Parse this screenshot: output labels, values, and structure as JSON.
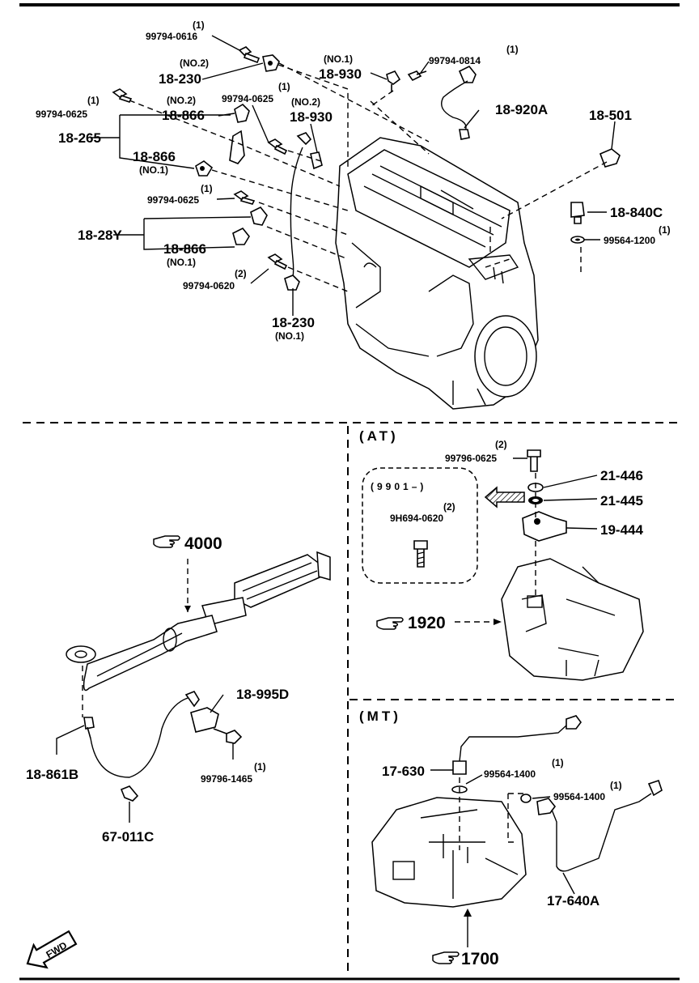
{
  "labels": {
    "p99794_0616": "99794-0616",
    "q99794_0616": "(1)",
    "p18_230_no2": "18-230",
    "n18_230_no2": "(NO.2)",
    "p18_930_no1": "18-930",
    "n18_930_no1": "(NO.1)",
    "p99794_0814": "99794-0814",
    "q99794_0814": "(1)",
    "p99794_0625a": "99794-0625",
    "q99794_0625a": "(1)",
    "p18_866_no2": "18-866",
    "n18_866_no2": "(NO.2)",
    "p99794_0625b": "99794-0625",
    "q99794_0625b": "(1)",
    "p18_930_no2": "18-930",
    "n18_930_no2": "(NO.2)",
    "p18_920a": "18-920A",
    "p18_501": "18-501",
    "p18_265": "18-265",
    "p18_866_no1a": "18-866",
    "n18_866_no1a": "(NO.1)",
    "p99794_0625c": "99794-0625",
    "q99794_0625c": "(1)",
    "p18_840c": "18-840C",
    "p99564_1200": "99564-1200",
    "q99564_1200": "(1)",
    "p18_28y": "18-28Y",
    "p18_866_no1b": "18-866",
    "n18_866_no1b": "(NO.1)",
    "p99794_0620": "99794-0620",
    "q99794_0620": "(2)",
    "p18_230_no1": "18-230",
    "n18_230_no1": "(NO.1)",
    "ref4000": "4000",
    "p18_995d": "18-995D",
    "p18_861b": "18-861B",
    "p99796_1465": "99796-1465",
    "q99796_1465": "(1)",
    "p67_011c": "67-011C",
    "fwd": "FWD",
    "at_title": "(AT)",
    "p99796_0625": "99796-0625",
    "q99796_0625": "(2)",
    "p21_446": "21-446",
    "p21_445": "21-445",
    "serial_box": "(9901–)",
    "p9h694_0620": "9H694-0620",
    "q9h694_0620": "(2)",
    "p19_444": "19-444",
    "ref1920": "1920",
    "mt_title": "(MT)",
    "p17_630": "17-630",
    "p99564_1400a": "99564-1400",
    "q99564_1400a": "(1)",
    "p99564_1400b": "99564-1400",
    "q99564_1400b": "(1)",
    "p17_640a": "17-640A",
    "ref1700": "1700"
  },
  "icons": [
    "pointing-hand-icon",
    "fwd-arrow-icon",
    "hatched-arrow-icon"
  ]
}
